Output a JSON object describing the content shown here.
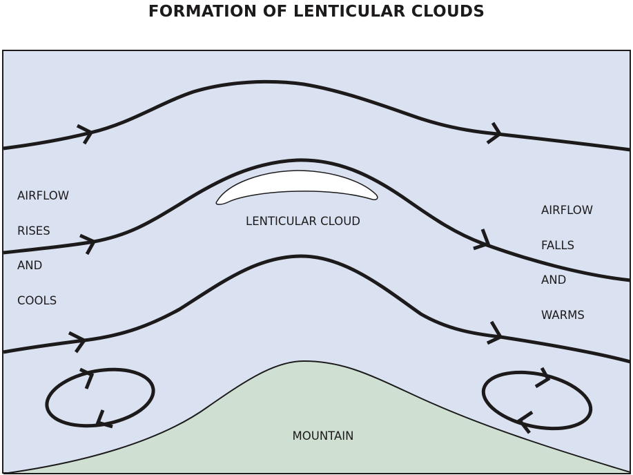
{
  "title": "FORMATION OF LENTICULAR CLOUDS",
  "colors": {
    "sky": "#dae1f0",
    "mountain": "#cfe0d2",
    "cloud": "#ffffff",
    "line": "#1c1a1b",
    "text": "#1c1a1b"
  },
  "labels": {
    "left": [
      "AIRFLOW",
      "RISES",
      "AND",
      "COOLS"
    ],
    "right": [
      "AIRFLOW",
      "FALLS",
      "AND",
      "WARMS"
    ],
    "cloud": "LENTICULAR CLOUD",
    "mountain": "MOUNTAIN"
  },
  "airflow_lines": [
    {
      "name": "upper-airflow",
      "direction": "left-to-right"
    },
    {
      "name": "middle-airflow",
      "direction": "left-to-right"
    },
    {
      "name": "lower-airflow",
      "direction": "left-to-right"
    }
  ],
  "eddies": [
    {
      "name": "windward-eddy",
      "rotation": "clockwise"
    },
    {
      "name": "leeward-eddy",
      "rotation": "clockwise"
    }
  ]
}
